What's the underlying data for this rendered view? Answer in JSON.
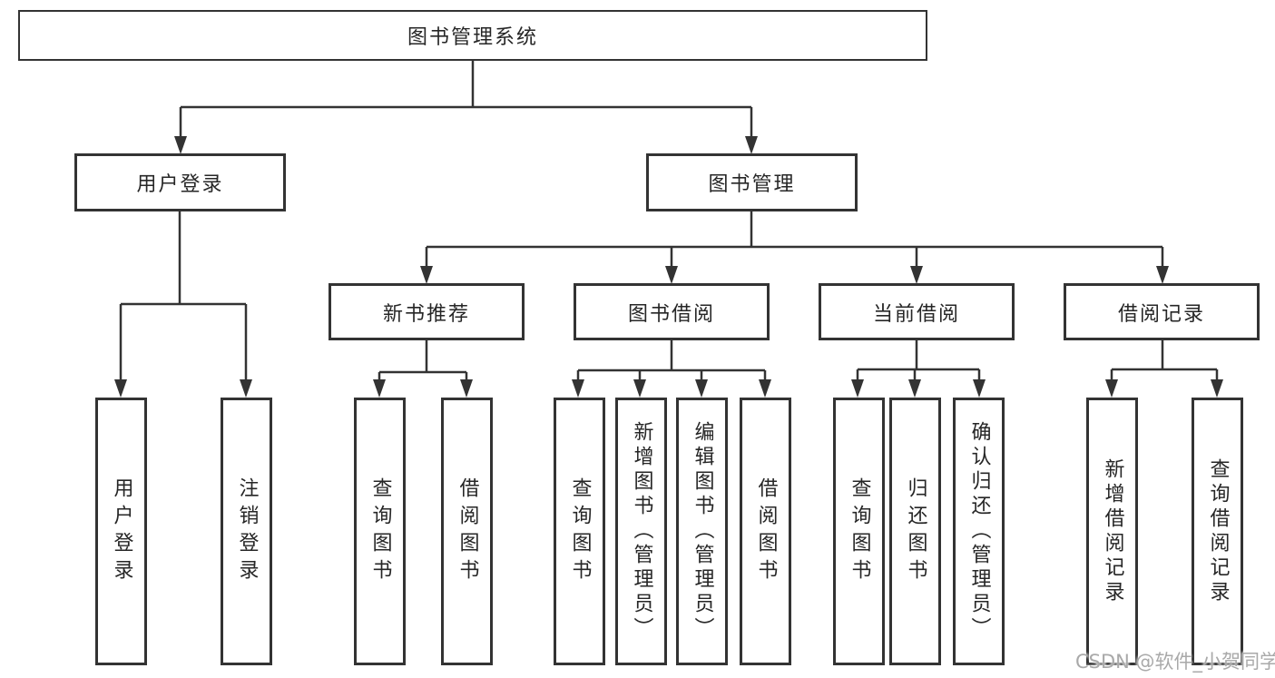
{
  "colors": {
    "line": "#333333",
    "text": "#262626",
    "watermark": "#a9a9a9",
    "background": "#ffffff"
  },
  "diagram": {
    "root": "图书管理系统",
    "level2": {
      "user_login": "用户登录",
      "book_mgmt": "图书管理"
    },
    "level3": {
      "new_books": "新书推荐",
      "book_borrow": "图书借阅",
      "current_borrow": "当前借阅",
      "borrow_records": "借阅记录"
    },
    "leaves": {
      "user_login": [
        "用户登录",
        "注销登录"
      ],
      "new_books": [
        "查询图书",
        "借阅图书"
      ],
      "book_borrow": [
        "查询图书",
        "新增图书（管理员）",
        "编辑图书（管理员）",
        "借阅图书"
      ],
      "current_borrow": [
        "查询图书",
        "归还图书",
        "确认归还（管理员）"
      ],
      "borrow_records": [
        "新增借阅记录",
        "查询借阅记录"
      ]
    },
    "watermark": "CSDN @软件_小贺同学"
  }
}
